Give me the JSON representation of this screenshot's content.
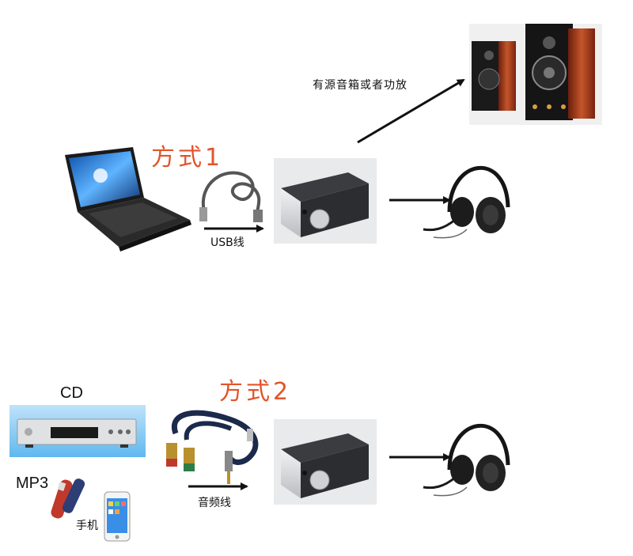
{
  "method1": {
    "title": "方式1",
    "cable_label": "USB线",
    "speaker_label": "有源音箱或者功放"
  },
  "method2": {
    "title": "方式2",
    "cable_label": "音频线",
    "cd_label": "CD",
    "mp3_label": "MP3",
    "phone_label": "手机"
  },
  "colors": {
    "accent": "#e2542b",
    "arrow": "#111111",
    "dac_silver": "#d6d8da",
    "dac_body": "#2b2d30"
  }
}
